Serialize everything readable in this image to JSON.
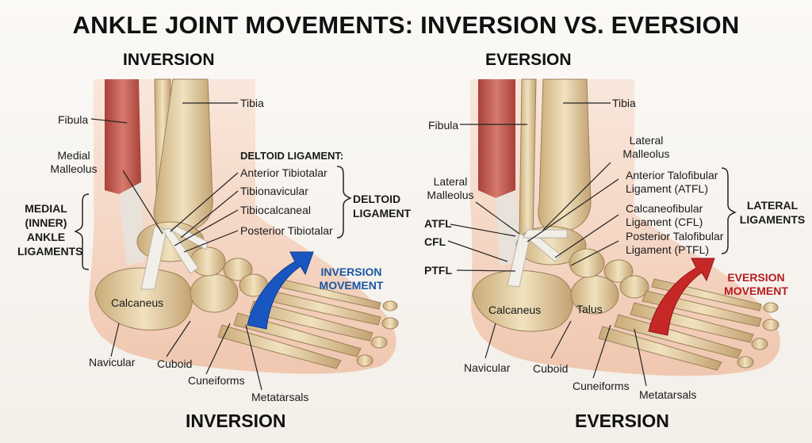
{
  "title": "ANKLE JOINT MOVEMENTS: INVERSION VS. EVERSION",
  "inversion": {
    "heading": "INVERSION",
    "bottom_heading": "INVERSION",
    "labels": {
      "fibula": "Fibula",
      "tibia": "Tibia",
      "medial_malleolus": [
        "Medial",
        "Malleolus"
      ],
      "deltoid_header": "DELTOID LIGAMENT:",
      "anterior_tibiotalar": "Anterior Tibiotalar",
      "tibionavicular": "Tibionavicular",
      "tibiocalcaneal": "Tibiocalcaneal",
      "posterior_tibiotalar": "Posterior Tibiotalar",
      "deltoid_group": [
        "DELTOID",
        "LIGAMENT"
      ],
      "medial_group": [
        "MEDIAL",
        "(INNER)",
        "ANKLE",
        "LIGAMENTS"
      ],
      "calcaneus": "Calcaneus",
      "navicular": "Navicular",
      "cuboid": "Cuboid",
      "cuneiforms": "Cuneiforms",
      "metatarsals": "Metatarsals",
      "movement": [
        "INVERSION",
        "MOVEMENT"
      ]
    }
  },
  "eversion": {
    "heading": "EVERSION",
    "bottom_heading": "EVERSION",
    "labels": {
      "fibula": "Fibula",
      "tibia": "Tibia",
      "lateral_malleolus_top": [
        "Lateral",
        "Malleolus"
      ],
      "lateral_malleolus_left": [
        "Lateral",
        "Malleolus"
      ],
      "atfl_full": [
        "Anterior Talofibular",
        "Ligament (ATFL)"
      ],
      "cfl_full": [
        "Calcaneofibular",
        "Ligament (CFL)"
      ],
      "ptfl_full": [
        "Posterior Talofibular",
        "Ligament (PTFL)"
      ],
      "lateral_group": [
        "LATERAL",
        "LIGAMENTS"
      ],
      "atfl": "ATFL",
      "cfl": "CFL",
      "ptfl": "PTFL",
      "calcaneus": "Calcaneus",
      "talus": "Talus",
      "navicular": "Navicular",
      "cuboid": "Cuboid",
      "cuneiforms": "Cuneiforms",
      "metatarsals": "Metatarsals",
      "movement": [
        "EVERSION",
        "MOVEMENT"
      ]
    }
  },
  "colors": {
    "inversion_arrow": "#1a56c2",
    "eversion_arrow": "#c62828",
    "bone": "#e8d3a6",
    "muscle": "#c9574a",
    "skin": "#f3c7ae"
  }
}
